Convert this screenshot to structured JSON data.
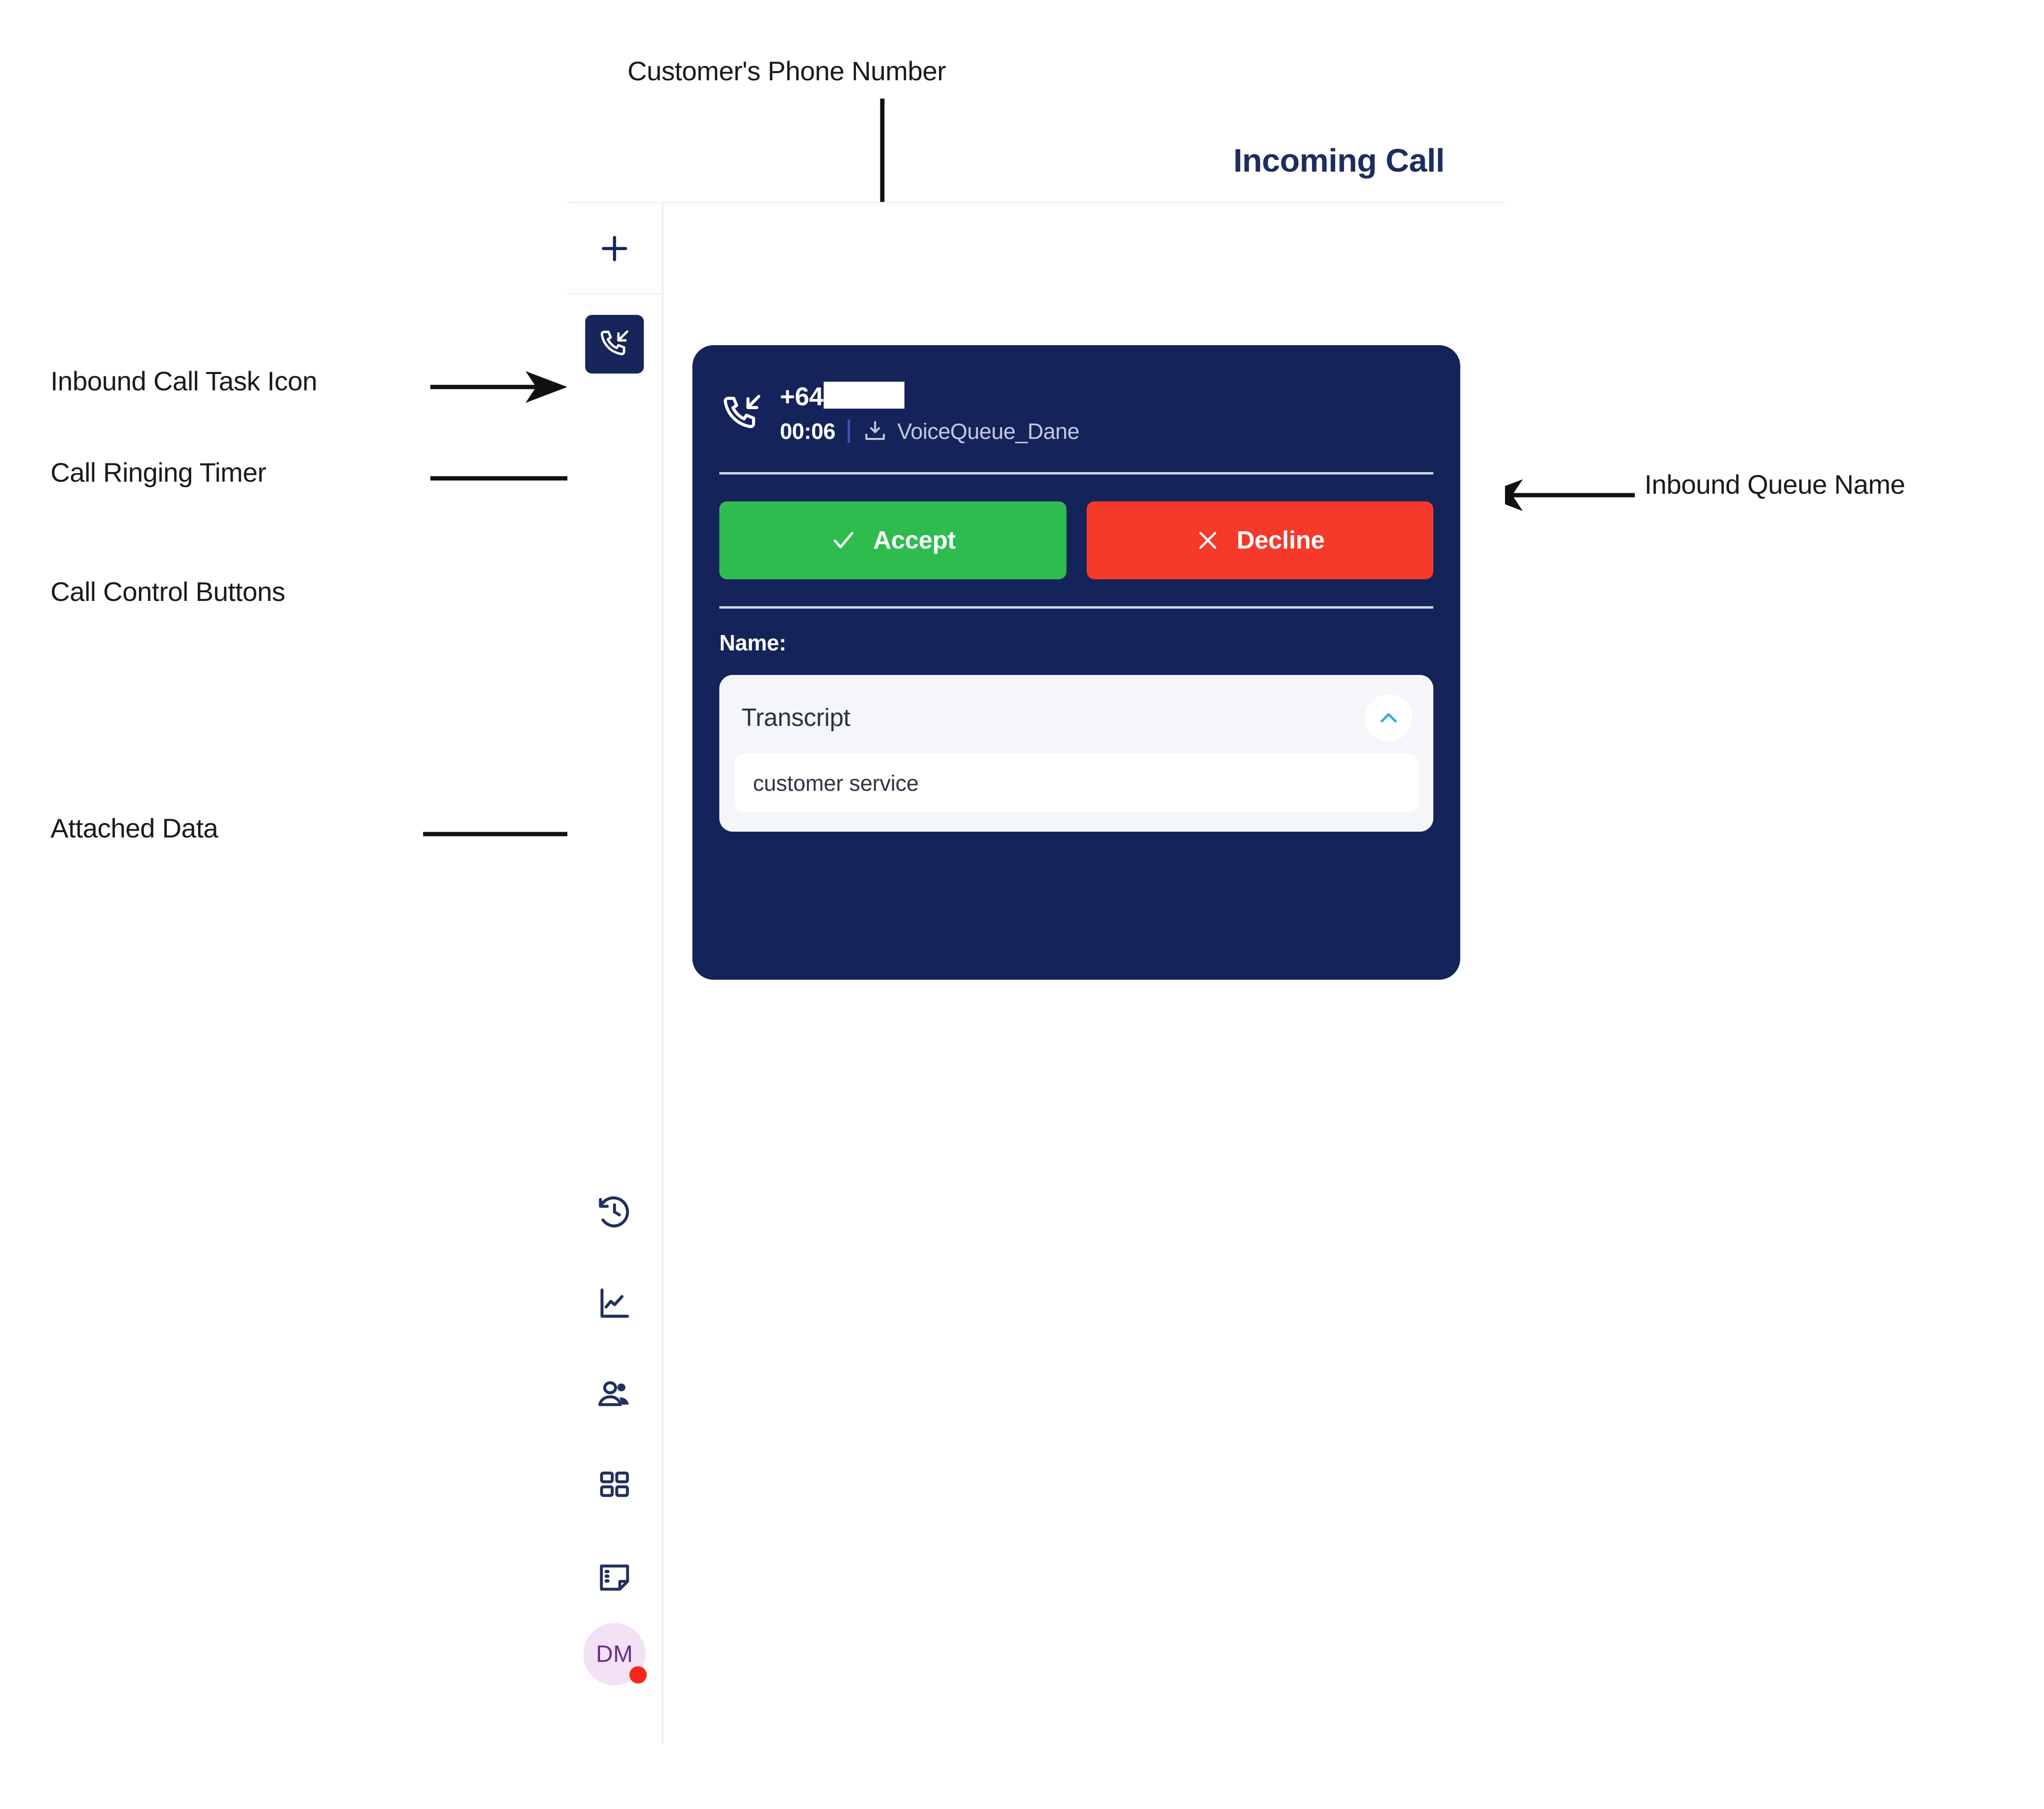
{
  "annotations": [
    {
      "id": "customers-phone-number",
      "label": "Customer's Phone Number"
    },
    {
      "id": "inbound-call-task-icon",
      "label": "Inbound Call Task Icon"
    },
    {
      "id": "call-ringing-timer",
      "label": "Call Ringing Timer"
    },
    {
      "id": "call-control-buttons",
      "label": "Call Control Buttons"
    },
    {
      "id": "attached-data",
      "label": "Attached Data"
    },
    {
      "id": "inbound-queue-name",
      "label": "Inbound Queue Name"
    }
  ],
  "header": {
    "title": "Incoming Call"
  },
  "sidebar": {
    "add_icon": "plus-icon",
    "task_icon": "inbound-call-icon",
    "items": [
      {
        "icon": "history-icon"
      },
      {
        "icon": "line-chart-icon"
      },
      {
        "icon": "contacts-icon"
      },
      {
        "icon": "apps-grid-icon"
      },
      {
        "icon": "notes-icon"
      }
    ],
    "avatar": {
      "initials": "DM",
      "status": "busy",
      "status_color": "#f4291c",
      "background_color": "#f3e2f5",
      "text_color": "#6b2d86"
    }
  },
  "call_card": {
    "direction_icon": "inbound-call-icon",
    "phone_number_prefix": "+64",
    "phone_number_redacted": true,
    "timer": "00:06",
    "separator": "|",
    "queue_icon": "download-inbox-icon",
    "queue_name": "VoiceQueue_Dane",
    "accept_label": "Accept",
    "accept_icon": "check-icon",
    "accept_color": "#2fbc4f",
    "decline_label": "Decline",
    "decline_icon": "close-icon",
    "decline_color": "#f5392a",
    "name_label": "Name:",
    "name_value": "",
    "card_color": "#14245a"
  },
  "attached_data": {
    "transcript_title": "Transcript",
    "collapse_icon": "chevron-up-icon",
    "collapse_icon_color": "#3fa9dd",
    "transcript_text": "customer service"
  }
}
